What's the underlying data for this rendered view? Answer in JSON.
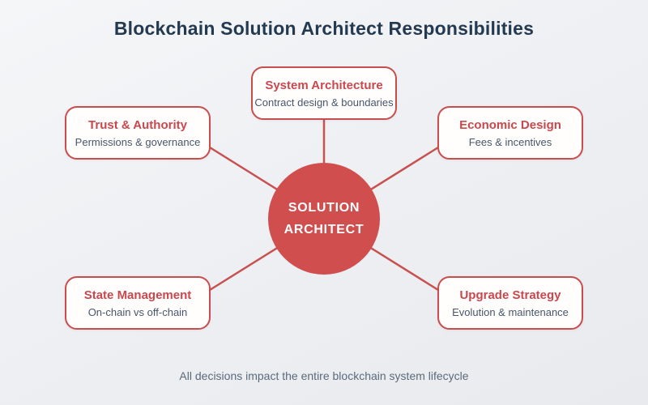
{
  "title": "Blockchain Solution Architect Responsibilities",
  "hub": {
    "line1": "SOLUTION",
    "line2": "ARCHITECT"
  },
  "nodes": [
    {
      "id": "system-architecture",
      "title": "System Architecture",
      "subtitle": "Contract design & boundaries"
    },
    {
      "id": "trust-authority",
      "title": "Trust & Authority",
      "subtitle": "Permissions & governance"
    },
    {
      "id": "economic-design",
      "title": "Economic Design",
      "subtitle": "Fees & incentives"
    },
    {
      "id": "state-management",
      "title": "State Management",
      "subtitle": "On-chain vs off-chain"
    },
    {
      "id": "upgrade-strategy",
      "title": "Upgrade Strategy",
      "subtitle": "Evolution & maintenance"
    }
  ],
  "footer": "All decisions impact the entire blockchain system lifecycle",
  "colors": {
    "accent_red": "#cd4b4b",
    "circle_fill": "#d14e4e",
    "box_border_red": "#c94d4d",
    "node_title_red": "#c9474d",
    "title_navy": "#243a50",
    "subtitle_slate": "#47566a",
    "footer_gray": "#5b6a7b",
    "background_light": "#eef0f3"
  }
}
